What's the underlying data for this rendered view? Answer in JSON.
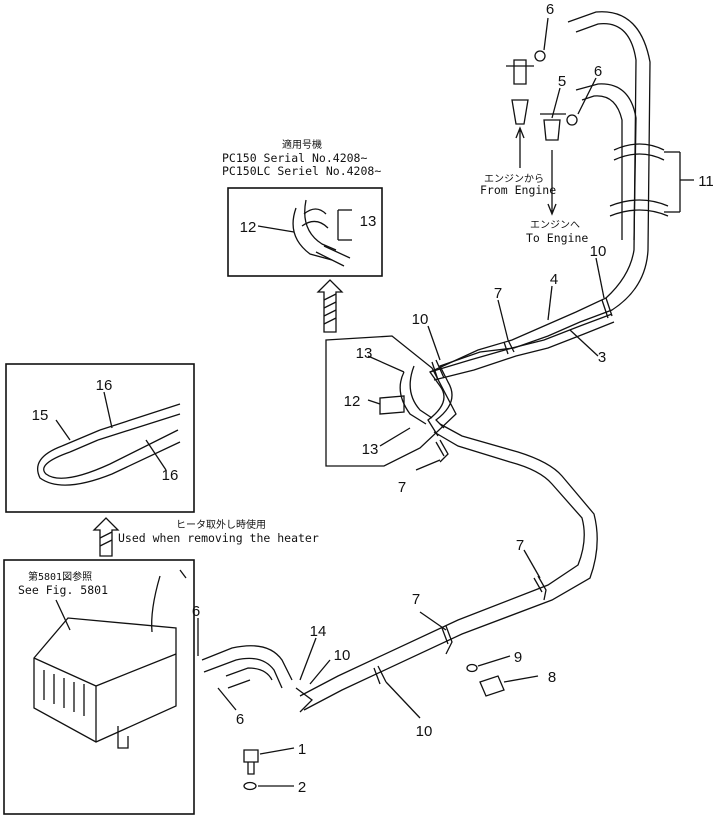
{
  "parts": {
    "p1": "1",
    "p2": "2",
    "p3": "3",
    "p4": "4",
    "p5": "5",
    "p6a": "6",
    "p6b": "6",
    "p6c": "6",
    "p6d": "6",
    "p7a": "7",
    "p7b": "7",
    "p7c": "7",
    "p7d": "7",
    "p8": "8",
    "p9": "9",
    "p10a": "10",
    "p10b": "10",
    "p10c": "10",
    "p10d": "10",
    "p11": "11",
    "p12a": "12",
    "p12b": "12",
    "p13a": "13",
    "p13b": "13",
    "p13c": "13",
    "p14": "14",
    "p15": "15",
    "p16a": "16",
    "p16b": "16"
  },
  "notes": {
    "from_engine_jp": "エンジンから",
    "from_engine_en": "From Engine",
    "to_engine_jp": "エンジンへ",
    "to_engine_en": "To Engine",
    "serial_title_jp": "適用号機",
    "serial_line1": "PC150   Serial No.4208~",
    "serial_line2": "PC150LC Seriel No.4208~",
    "removal_jp": "ヒータ取外し時使用",
    "removal_en": "Used when removing the heater",
    "see_fig_jp": "第5801図参照",
    "see_fig_en": "See Fig. 5801"
  }
}
